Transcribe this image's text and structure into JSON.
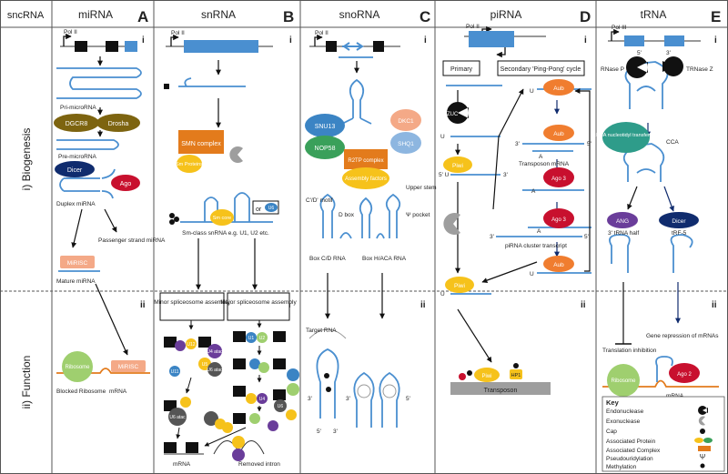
{
  "columns": {
    "sncrna": "sncRNA",
    "mirna": "miRNA",
    "snrna": "snRNA",
    "snorna": "snoRNA",
    "pirna": "piRNA",
    "trna": "tRNA"
  },
  "panel_letters": {
    "a": "A",
    "b": "B",
    "c": "C",
    "d": "D",
    "e": "E"
  },
  "rows": {
    "biogenesis": "i) Biogenesis",
    "function": "ii) Function"
  },
  "roman": {
    "i": "i",
    "ii": "ii"
  },
  "mirna": {
    "pol": "Pol II",
    "pri": "Pri-microRNA",
    "dgcr8": "DGCR8",
    "drosha": "Drosha",
    "pre": "Pre-microRNA",
    "dicer": "Dicer",
    "ago": "Ago",
    "duplex": "Duplex miRNA",
    "passenger": "Passenger strand miRNA",
    "mirisc": "MiRISC",
    "mature": "Mature miRNA",
    "ribosome": "Ribosome",
    "blocked": "Blocked Ribosome",
    "mrna": "mRNA"
  },
  "snrna": {
    "pol": "Pol II",
    "smn": "SMN complex",
    "sm_proteins": "Sm Proteins",
    "sm_core": "Sm core",
    "or": "or",
    "u6": "U6",
    "smclass": "Sm-class snRNA e.g. U1, U2 etc.",
    "minor": "Minor spliceosome assembly",
    "major": "Major spliceosome assembly",
    "u11": "U11",
    "u12": "U12",
    "u4atac": "U4 atac",
    "u6atac": "U6 atac",
    "u5": "U5",
    "u1": "U1",
    "u2": "U2",
    "u4": "U4",
    "mrna": "mRNA",
    "removed": "Removed intron"
  },
  "snorna": {
    "pol": "Pol II",
    "snu13": "SNU13",
    "nop58": "NOP58",
    "dkc1": "DKC1",
    "shq1": "SHQ1",
    "r2tp": "R2TP complex",
    "assembly": "Assembly factors",
    "cd_motif": "C'/D' motif",
    "d_box": "D box",
    "upper": "Upper stem",
    "psi": "Ψ pocket",
    "box_cd": "Box C/D RNA",
    "box_haca": "Box H/ACA RNA",
    "target": "Target RNA",
    "p3": "3'",
    "p5": "5'"
  },
  "pirna": {
    "pol": "Pol II",
    "primary": "Primary",
    "secondary": "Secondary 'Ping-Pong' cycle",
    "zuc": "ZUC",
    "aub": "Aub",
    "transposon_mrna": "Transposon mRNA",
    "ago3": "Ago 3",
    "piwi": "Piwi",
    "cluster": "piRNA cluster transcript",
    "hp1": "HP1",
    "transposon": "Transposon",
    "u": "U",
    "a": "A",
    "p3": "3'",
    "p5": "5'",
    "p5u": "5' U"
  },
  "trna": {
    "pol": "Pol III",
    "rnase_p": "RNase P",
    "rnase_z": "TRNase Z",
    "p5": "5'",
    "p3": "3'",
    "transferase": "tRNA nucleotidyl transferase",
    "cca": "CCA",
    "ang": "ANG",
    "dicer": "Dicer",
    "half": "3' tRNA half",
    "trf": "tRF-5",
    "translation": "Translation inhibition",
    "gene_rep": "Gene repression of mRNAs",
    "ribosome": "Ribosome",
    "ago2": "Ago 2",
    "mrna": "mRNA"
  },
  "key": {
    "title": "Key",
    "endonuclease": "Endonuclease",
    "exonuclease": "Exonuclease",
    "cap": "Cap",
    "protein": "Associated Protein",
    "complex": "Associated Complex",
    "pseudo": "Pseudouridylation",
    "methylation": "Methylation"
  },
  "colors": {
    "rna": "#4a8fd0",
    "gene": "#4a8fd0",
    "brown": "#7d6410",
    "navy": "#102c6e",
    "red": "#c8102e",
    "orange": "#f07d2f",
    "peach": "#f4a987",
    "yellow": "#f6c21b",
    "green": "#9fcf6f",
    "blue": "#3b84c4",
    "purple": "#6a3d9a",
    "teal": "#2e9c8a",
    "grey": "#9e9e9e"
  }
}
